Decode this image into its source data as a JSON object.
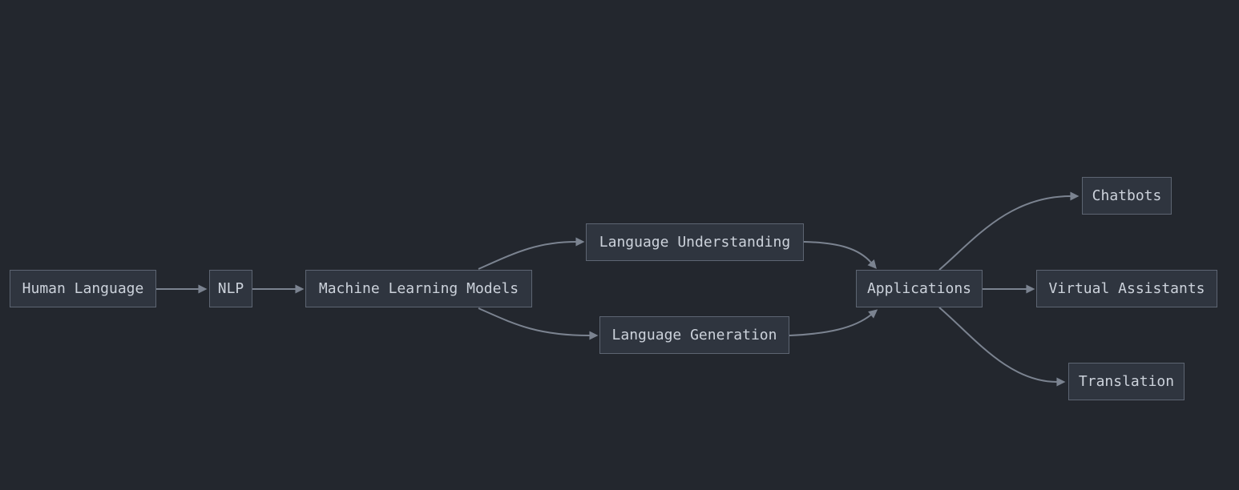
{
  "diagram": {
    "type": "flowchart-left-to-right",
    "colors": {
      "background": "#23272e",
      "node_fill": "#2f353f",
      "node_border": "#5d6572",
      "edge": "#7b8390",
      "text": "#ccd2db"
    },
    "nodes": [
      {
        "id": "human-language",
        "label": "Human Language"
      },
      {
        "id": "nlp",
        "label": "NLP"
      },
      {
        "id": "machine-learning-models",
        "label": "Machine Learning Models"
      },
      {
        "id": "language-understanding",
        "label": "Language Understanding"
      },
      {
        "id": "language-generation",
        "label": "Language Generation"
      },
      {
        "id": "applications",
        "label": "Applications"
      },
      {
        "id": "chatbots",
        "label": "Chatbots"
      },
      {
        "id": "virtual-assistants",
        "label": "Virtual Assistants"
      },
      {
        "id": "translation",
        "label": "Translation"
      }
    ],
    "edges": [
      {
        "from": "Human Language",
        "to": "NLP"
      },
      {
        "from": "NLP",
        "to": "Machine Learning Models"
      },
      {
        "from": "Machine Learning Models",
        "to": "Language Understanding"
      },
      {
        "from": "Machine Learning Models",
        "to": "Language Generation"
      },
      {
        "from": "Language Understanding",
        "to": "Applications"
      },
      {
        "from": "Language Generation",
        "to": "Applications"
      },
      {
        "from": "Applications",
        "to": "Chatbots"
      },
      {
        "from": "Applications",
        "to": "Virtual Assistants"
      },
      {
        "from": "Applications",
        "to": "Translation"
      }
    ]
  }
}
